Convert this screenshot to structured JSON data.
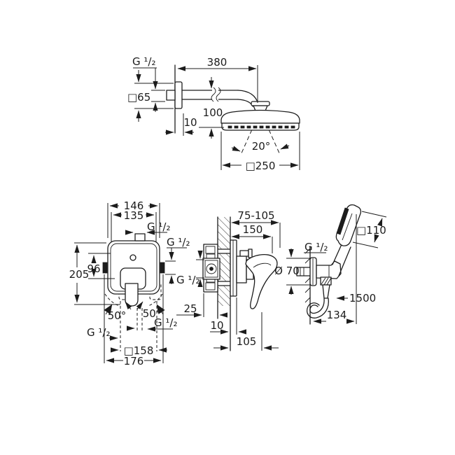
{
  "colors": {
    "line": "#1c1c1c",
    "background": "#ffffff"
  },
  "labels": {
    "top": {
      "thread": "G ¹/₂",
      "flange": "□65",
      "arm_length": "380",
      "head_drop": "100",
      "escutcheon_depth": "10",
      "spray_angle": "20°",
      "head_width": "□250"
    },
    "front": {
      "plate_width": "146",
      "body_width": "135",
      "thread_top": "G ¹/₂",
      "thread_right": "G ¹/₂",
      "height": "205",
      "inner_height": "96",
      "swivel_left": "50°",
      "swivel_right": "50°",
      "thread_bottom_left": "G ¹/₂",
      "thread_bottom_right": "G ¹/₂",
      "union_span": "□158",
      "overall_width": "176"
    },
    "side": {
      "install_depth_range": "75-105",
      "reach": "150",
      "thread": "G ¹/₂",
      "embed_depth": "25",
      "plate_offset": "10",
      "protrusion": "105"
    },
    "hand": {
      "head_size": "□110",
      "thread": "G ¹/₂",
      "rosette_diameter": "Ø 70",
      "hose_length": "1500",
      "holder_reach": "134"
    }
  }
}
